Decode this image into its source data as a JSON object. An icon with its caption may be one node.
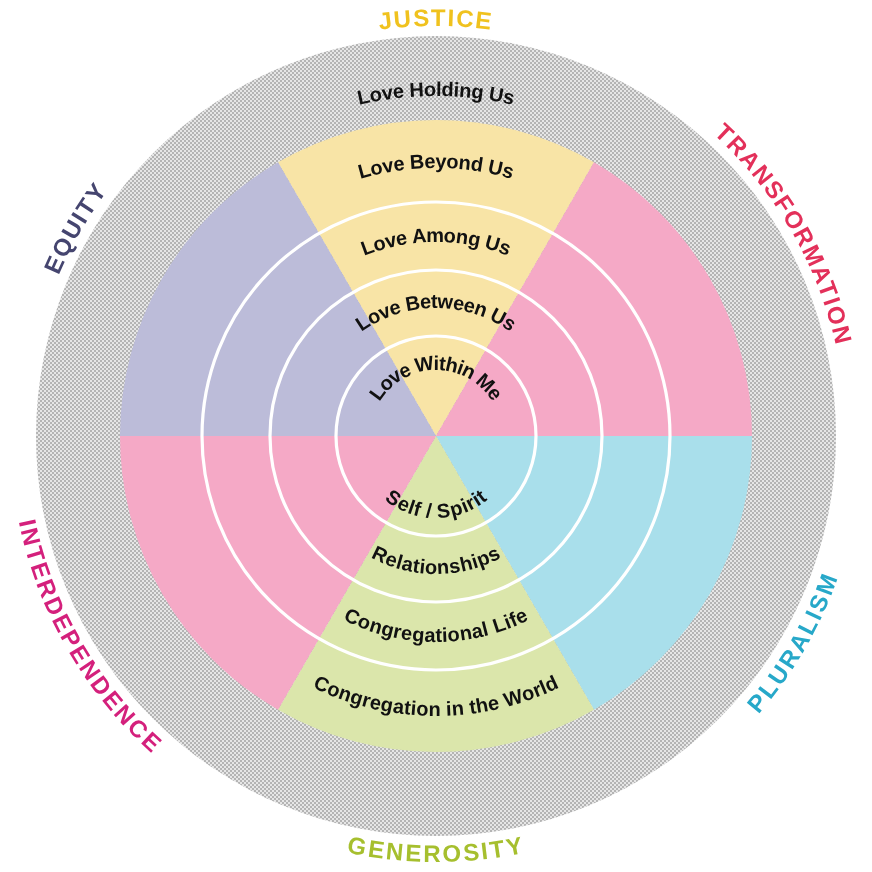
{
  "diagram": {
    "labels": [
      "JUSTICE",
      "EQUITY",
      "TRANSFORMATION",
      "Love Holding Us",
      "Love Beyond Us",
      "Love Among Us",
      "Love Between Us",
      "Love Within Me",
      "Self / Spirit",
      "Relationships",
      "Congregational Life",
      "Congregation in the World",
      "INTERDEPENDENCE",
      "PLURALISM",
      "GENEROSITY"
    ]
  }
}
